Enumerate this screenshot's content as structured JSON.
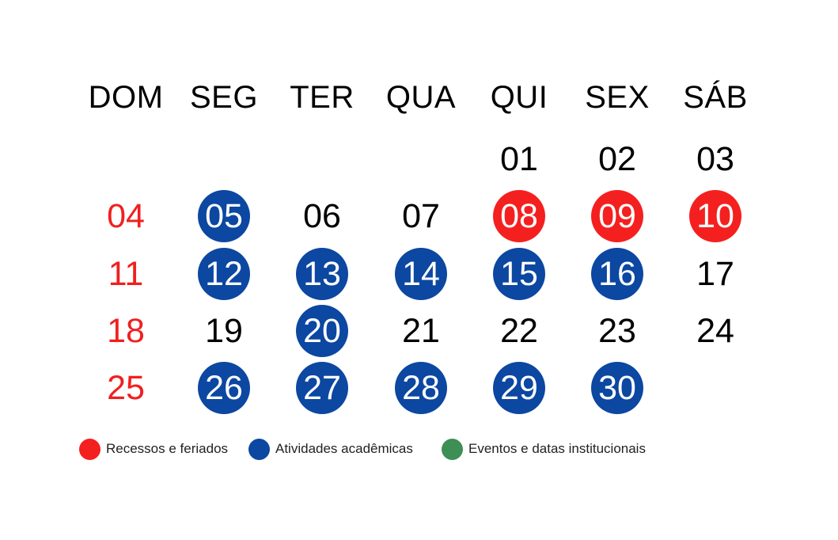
{
  "colors": {
    "holiday": "#f4201f",
    "academic": "#0c47a1",
    "institutional": "#3d8f55",
    "sunday_text": "#f0201f",
    "text": "#000000"
  },
  "weekdays": [
    "DOM",
    "SEG",
    "TER",
    "QUA",
    "QUI",
    "SEX",
    "SÁB"
  ],
  "weeks": [
    [
      {
        "label": "",
        "type": "empty"
      },
      {
        "label": "",
        "type": "empty"
      },
      {
        "label": "",
        "type": "empty"
      },
      {
        "label": "",
        "type": "empty"
      },
      {
        "label": "01",
        "type": "plain"
      },
      {
        "label": "02",
        "type": "plain"
      },
      {
        "label": "03",
        "type": "plain"
      }
    ],
    [
      {
        "label": "04",
        "type": "sunday"
      },
      {
        "label": "05",
        "type": "academic"
      },
      {
        "label": "06",
        "type": "plain"
      },
      {
        "label": "07",
        "type": "plain"
      },
      {
        "label": "08",
        "type": "holiday"
      },
      {
        "label": "09",
        "type": "holiday"
      },
      {
        "label": "10",
        "type": "holiday"
      }
    ],
    [
      {
        "label": "11",
        "type": "sunday"
      },
      {
        "label": "12",
        "type": "academic"
      },
      {
        "label": "13",
        "type": "academic"
      },
      {
        "label": "14",
        "type": "academic"
      },
      {
        "label": "15",
        "type": "academic"
      },
      {
        "label": "16",
        "type": "academic"
      },
      {
        "label": "17",
        "type": "plain"
      }
    ],
    [
      {
        "label": "18",
        "type": "sunday"
      },
      {
        "label": "19",
        "type": "plain"
      },
      {
        "label": "20",
        "type": "academic"
      },
      {
        "label": "21",
        "type": "plain"
      },
      {
        "label": "22",
        "type": "plain"
      },
      {
        "label": "23",
        "type": "plain"
      },
      {
        "label": "24",
        "type": "plain"
      }
    ],
    [
      {
        "label": "25",
        "type": "sunday"
      },
      {
        "label": "26",
        "type": "academic"
      },
      {
        "label": "27",
        "type": "academic"
      },
      {
        "label": "28",
        "type": "academic"
      },
      {
        "label": "29",
        "type": "academic"
      },
      {
        "label": "30",
        "type": "academic"
      },
      {
        "label": "",
        "type": "empty"
      }
    ]
  ],
  "legend": [
    {
      "label": "Recessos e feriados",
      "type": "holiday"
    },
    {
      "label": "Atividades acadêmicas",
      "type": "academic"
    },
    {
      "label": "Eventos e datas institucionais",
      "type": "institutional"
    }
  ]
}
